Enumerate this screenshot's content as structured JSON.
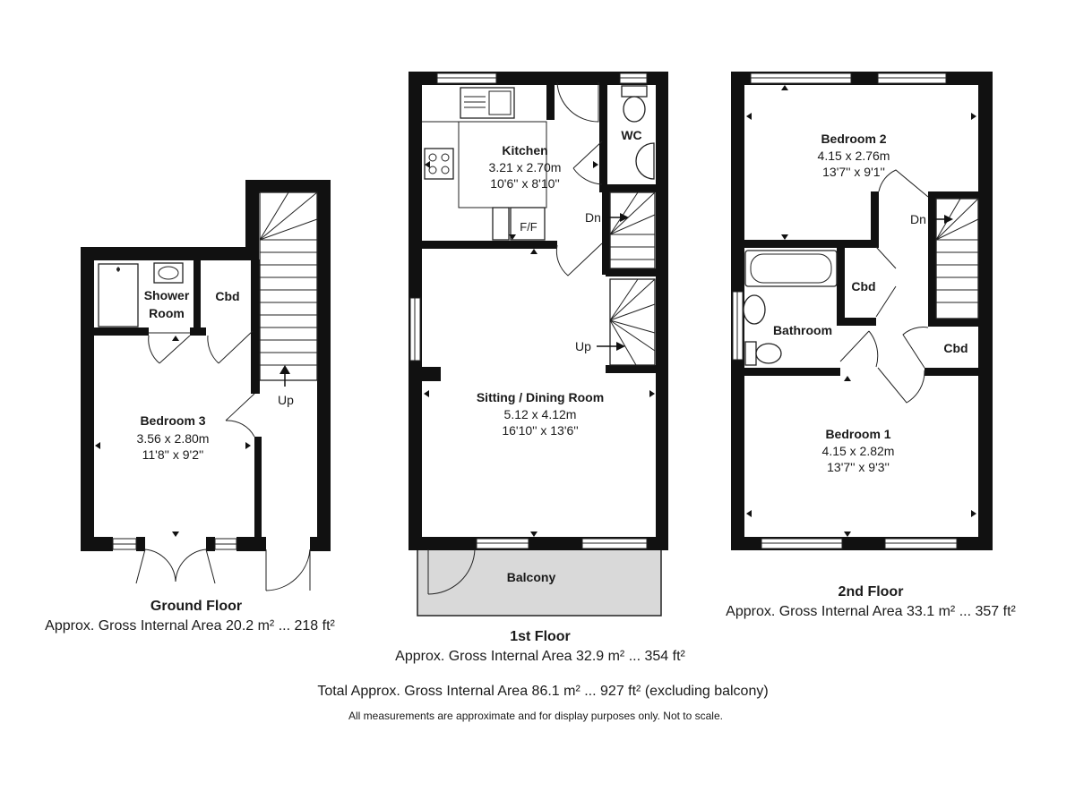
{
  "floors": {
    "ground": {
      "title": "Ground Floor",
      "area": "Approx. Gross Internal Area 20.2 m² ... 218 ft²",
      "rooms": {
        "bedroom3": {
          "name": "Bedroom 3",
          "metric": "3.56 x 2.80m",
          "imperial": "11'8'' x 9'2''"
        },
        "shower_line1": "Shower",
        "shower_line2": "Room",
        "cbd": "Cbd"
      },
      "stairs_label": "Up"
    },
    "first": {
      "title": "1st Floor",
      "area": "Approx. Gross Internal Area 32.9 m² ... 354 ft²",
      "rooms": {
        "kitchen": {
          "name": "Kitchen",
          "metric": "3.21 x 2.70m",
          "imperial": "10'6'' x 8'10''"
        },
        "wc": "WC",
        "ff": "F/F",
        "sitting": {
          "name": "Sitting / Dining Room",
          "metric": "5.12 x 4.12m",
          "imperial": "16'10'' x 13'6''"
        },
        "balcony": "Balcony"
      },
      "stairs_dn": "Dn",
      "stairs_up": "Up"
    },
    "second": {
      "title": "2nd Floor",
      "area": "Approx. Gross Internal Area 33.1 m² ... 357 ft²",
      "rooms": {
        "bedroom2": {
          "name": "Bedroom 2",
          "metric": "4.15 x 2.76m",
          "imperial": "13'7'' x 9'1''"
        },
        "bathroom": "Bathroom",
        "cbd1": "Cbd",
        "cbd2": "Cbd",
        "bedroom1": {
          "name": "Bedroom 1",
          "metric": "4.15 x 2.82m",
          "imperial": "13'7'' x 9'3''"
        }
      },
      "stairs_dn": "Dn"
    }
  },
  "total_area": "Total Approx. Gross Internal Area 86.1 m² ... 927 ft² (excluding balcony)",
  "disclaimer": "All measurements are approximate and for display purposes only. Not to scale.",
  "colors": {
    "wall": "#111111",
    "balcony": "#d9d9d9",
    "text": "#1a1a1a"
  }
}
